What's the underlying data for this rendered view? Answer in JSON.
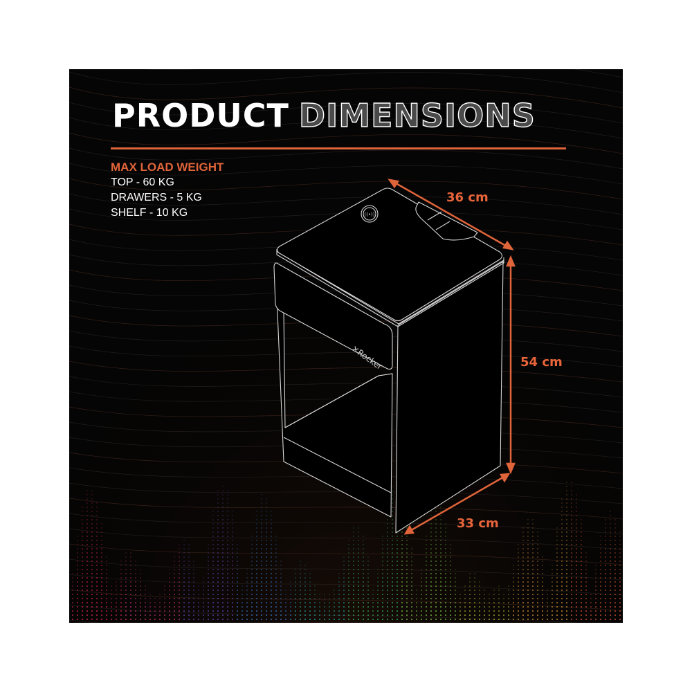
{
  "title": {
    "solid": "PRODUCT",
    "outline": "DIMENSIONS"
  },
  "max_load": {
    "heading": "MAX LOAD WEIGHT",
    "items": [
      "TOP - 60 KG",
      "DRAWERS - 5 KG",
      "SHELF - 10 KG"
    ]
  },
  "dimensions": {
    "depth": "36 cm",
    "height": "54 cm",
    "width": "33 cm"
  },
  "product": {
    "brand_logo": "X Rocker",
    "icons": [
      "wireless-charger-icon"
    ]
  },
  "colors": {
    "accent": "#e0643a",
    "background": "#050505",
    "line": "#d8d8d8"
  }
}
